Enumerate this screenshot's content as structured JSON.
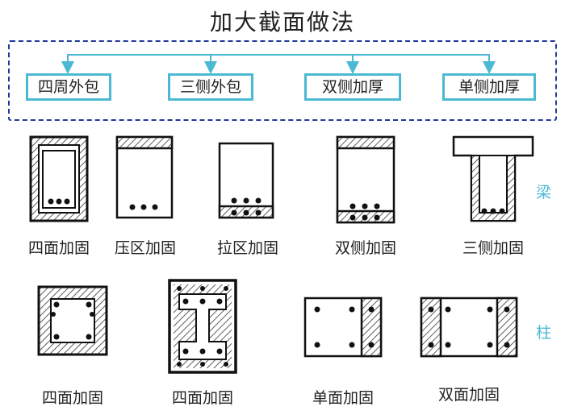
{
  "title": "加大截面做法",
  "methods": [
    "四周外包",
    "三侧外包",
    "双侧加厚",
    "单侧加厚"
  ],
  "beam_row": {
    "side_label": "梁",
    "labels": [
      "四面加固",
      "压区加固",
      "拉区加固",
      "双侧加固",
      "三侧加固"
    ]
  },
  "column_row": {
    "side_label": "柱",
    "labels": [
      "四面加固",
      "四面加固",
      "单面加固",
      "双面加固"
    ]
  },
  "colors": {
    "frame": "#1e3a9b",
    "accent": "#4bb9d4",
    "ink": "#111111"
  }
}
